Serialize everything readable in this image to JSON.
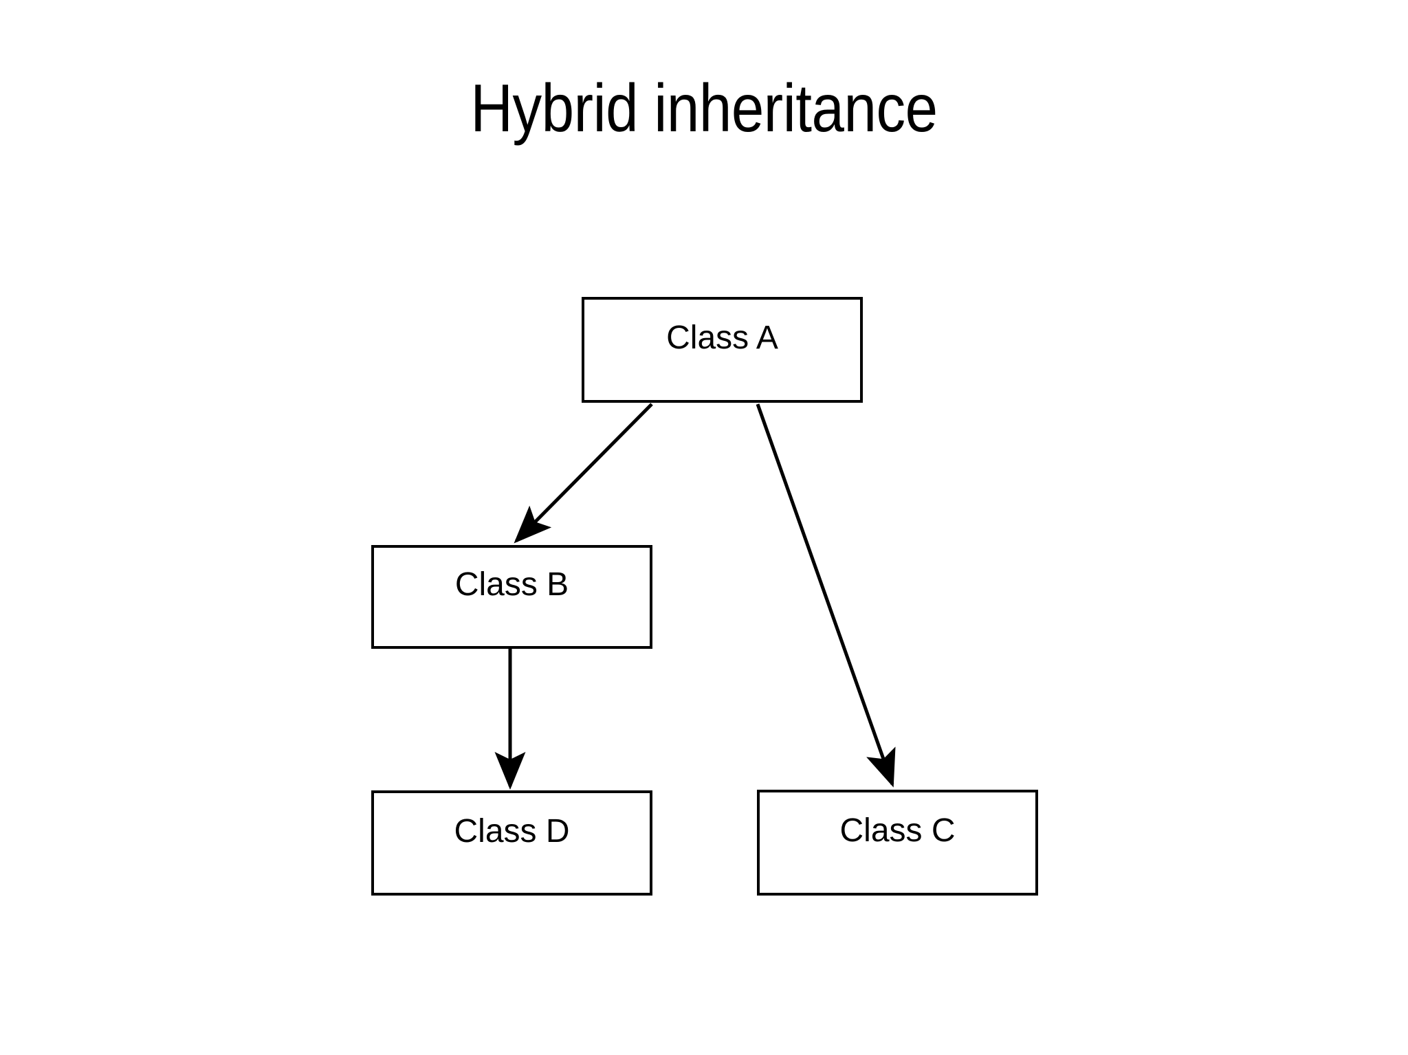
{
  "slide": {
    "title": "Hybrid inheritance",
    "background_color": "#ffffff",
    "ink_color": "#000000"
  },
  "diagram": {
    "type": "class-inheritance-diagram",
    "nodes": [
      {
        "id": "class-a",
        "label": "Class A"
      },
      {
        "id": "class-b",
        "label": "Class B"
      },
      {
        "id": "class-c",
        "label": "Class C"
      },
      {
        "id": "class-d",
        "label": "Class D"
      }
    ],
    "edges": [
      {
        "id": "edge-a-b",
        "from": "Class A",
        "to": "Class B",
        "style": "solid-arrow"
      },
      {
        "id": "edge-a-c",
        "from": "Class A",
        "to": "Class C",
        "style": "solid-arrow"
      },
      {
        "id": "edge-b-d",
        "from": "Class B",
        "to": "Class D",
        "style": "solid-arrow"
      }
    ]
  }
}
